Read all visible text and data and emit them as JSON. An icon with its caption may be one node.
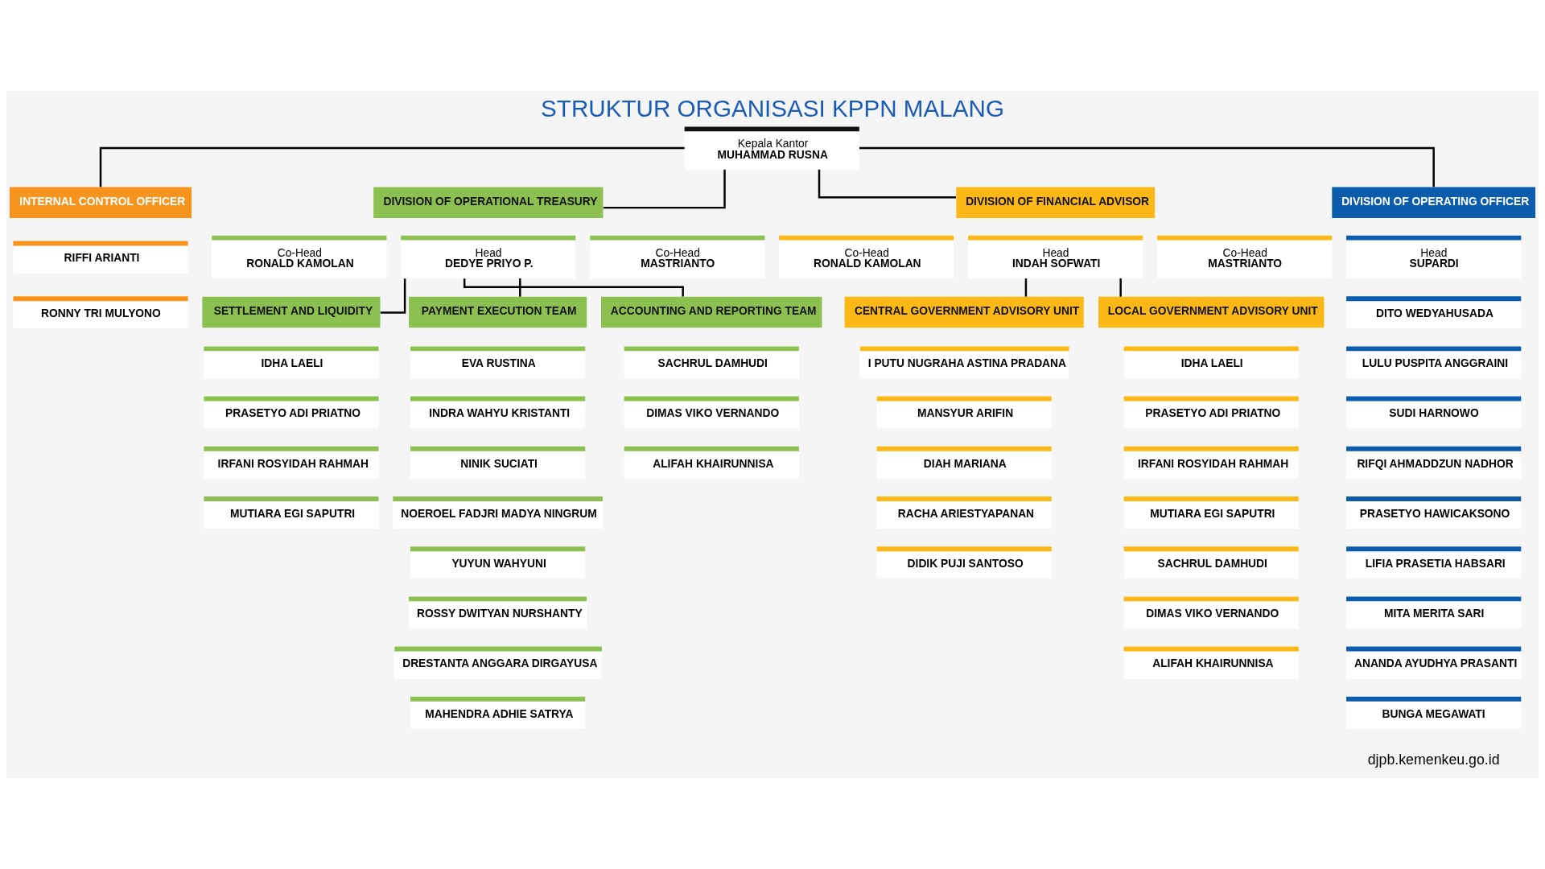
{
  "diagram": {
    "title": "STRUKTUR ORGANISASI KPPN MALANG",
    "nodes": [
      {
        "text": [
          "Kepala Kantor",
          "MUHAMMAD RUSNA"
        ]
      },
      {
        "text": [
          "INTERNAL CONTROL OFFICER"
        ]
      },
      {
        "text": [
          "RIFFI ARIANTI"
        ]
      },
      {
        "text": [
          "RONNY TRI MULYONO"
        ]
      },
      {
        "text": [
          "DIVISION OF OPERATIONAL TREASURY"
        ]
      },
      {
        "text": [
          "Co-Head",
          "RONALD KAMOLAN"
        ]
      },
      {
        "text": [
          "Head",
          "DEDYE PRIYO P."
        ]
      },
      {
        "text": [
          "Co-Head",
          "MASTRIANTO"
        ]
      },
      {
        "text": [
          "SETTLEMENT AND LIQUIDITY"
        ]
      },
      {
        "text": [
          "PAYMENT EXECUTION TEAM"
        ]
      },
      {
        "text": [
          "ACCOUNTING AND REPORTING TEAM"
        ]
      },
      {
        "text": [
          "IDHA LAELI"
        ]
      },
      {
        "text": [
          "PRASETYO ADI PRIATNO"
        ]
      },
      {
        "text": [
          "IRFANI ROSYIDAH RAHMAH"
        ]
      },
      {
        "text": [
          "MUTIARA EGI SAPUTRI"
        ]
      },
      {
        "text": [
          "EVA RUSTINA"
        ]
      },
      {
        "text": [
          "INDRA WAHYU KRISTANTI"
        ]
      },
      {
        "text": [
          "NINIK SUCIATI"
        ]
      },
      {
        "text": [
          "NOEROEL FADJRI MADYA NINGRUM"
        ]
      },
      {
        "text": [
          "YUYUN WAHYUNI"
        ]
      },
      {
        "text": [
          "ROSSY DWITYAN NURSHANTY"
        ]
      },
      {
        "text": [
          "DRESTANTA ANGGARA DIRGAYUSA"
        ]
      },
      {
        "text": [
          "MAHENDRA ADHIE SATRYA"
        ]
      },
      {
        "text": [
          "SACHRUL DAMHUDI"
        ]
      },
      {
        "text": [
          "DIMAS VIKO VERNANDO"
        ]
      },
      {
        "text": [
          "ALIFAH KHAIRUNNISA"
        ]
      },
      {
        "text": [
          "DIVISION OF FINANCIAL ADVISOR"
        ]
      },
      {
        "text": [
          "Co-Head",
          "RONALD KAMOLAN"
        ]
      },
      {
        "text": [
          "Head",
          "INDAH SOFWATI"
        ]
      },
      {
        "text": [
          "Co-Head",
          "MASTRIANTO"
        ]
      },
      {
        "text": [
          "CENTRAL GOVERNMENT ADVISORY UNIT"
        ]
      },
      {
        "text": [
          "LOCAL GOVERNMENT ADVISORY UNIT"
        ]
      },
      {
        "text": [
          "I PUTU NUGRAHA ASTINA PRADANA"
        ]
      },
      {
        "text": [
          "MANSYUR ARIFIN"
        ]
      },
      {
        "text": [
          "DIAH MARIANA"
        ]
      },
      {
        "text": [
          "RACHA ARIESTYAPANAN"
        ]
      },
      {
        "text": [
          "DIDIK PUJI SANTOSO"
        ]
      },
      {
        "text": [
          "IDHA LAELI"
        ]
      },
      {
        "text": [
          "PRASETYO ADI PRIATNO"
        ]
      },
      {
        "text": [
          "IRFANI ROSYIDAH RAHMAH"
        ]
      },
      {
        "text": [
          "MUTIARA EGI SAPUTRI"
        ]
      },
      {
        "text": [
          "SACHRUL DAMHUDI"
        ]
      },
      {
        "text": [
          "DIMAS VIKO VERNANDO"
        ]
      },
      {
        "text": [
          "ALIFAH KHAIRUNNISA"
        ]
      },
      {
        "text": [
          "DIVISION OF OPERATING OFFICER"
        ]
      },
      {
        "text": [
          "Head",
          "SUPARDI"
        ]
      },
      {
        "text": [
          "DITO WEDYAHUSADA"
        ]
      },
      {
        "text": [
          "LULU PUSPITA ANGGRAINI"
        ]
      },
      {
        "text": [
          "SUDI HARNOWO"
        ]
      },
      {
        "text": [
          "RIFQI AHMADDZUN NADHOR"
        ]
      },
      {
        "text": [
          "PRASETYO HAWICAKSONO"
        ]
      },
      {
        "text": [
          "LIFIA PRASETIA HABSARI"
        ]
      },
      {
        "text": [
          "MITA MERITA SARI"
        ]
      },
      {
        "text": [
          "ANANDA AYUDHYA PRASANTI"
        ]
      },
      {
        "text": [
          "BUNGA MEGAWATI"
        ]
      }
    ],
    "edges": [
      {
        "from": 0,
        "to": 1,
        "arrow": "none"
      },
      {
        "from": 0,
        "to": 4,
        "arrow": "none"
      },
      {
        "from": 0,
        "to": 26,
        "arrow": "none"
      },
      {
        "from": 0,
        "to": 44,
        "arrow": "none"
      },
      {
        "from": 6,
        "to": 8,
        "arrow": "none"
      },
      {
        "from": 6,
        "to": 9,
        "arrow": "none"
      },
      {
        "from": 6,
        "to": 10,
        "arrow": "none"
      },
      {
        "from": 28,
        "to": 30,
        "arrow": "none"
      },
      {
        "from": 28,
        "to": 31,
        "arrow": "none"
      }
    ],
    "labels": [
      "djpb.kemenkeu.go.id"
    ]
  }
}
